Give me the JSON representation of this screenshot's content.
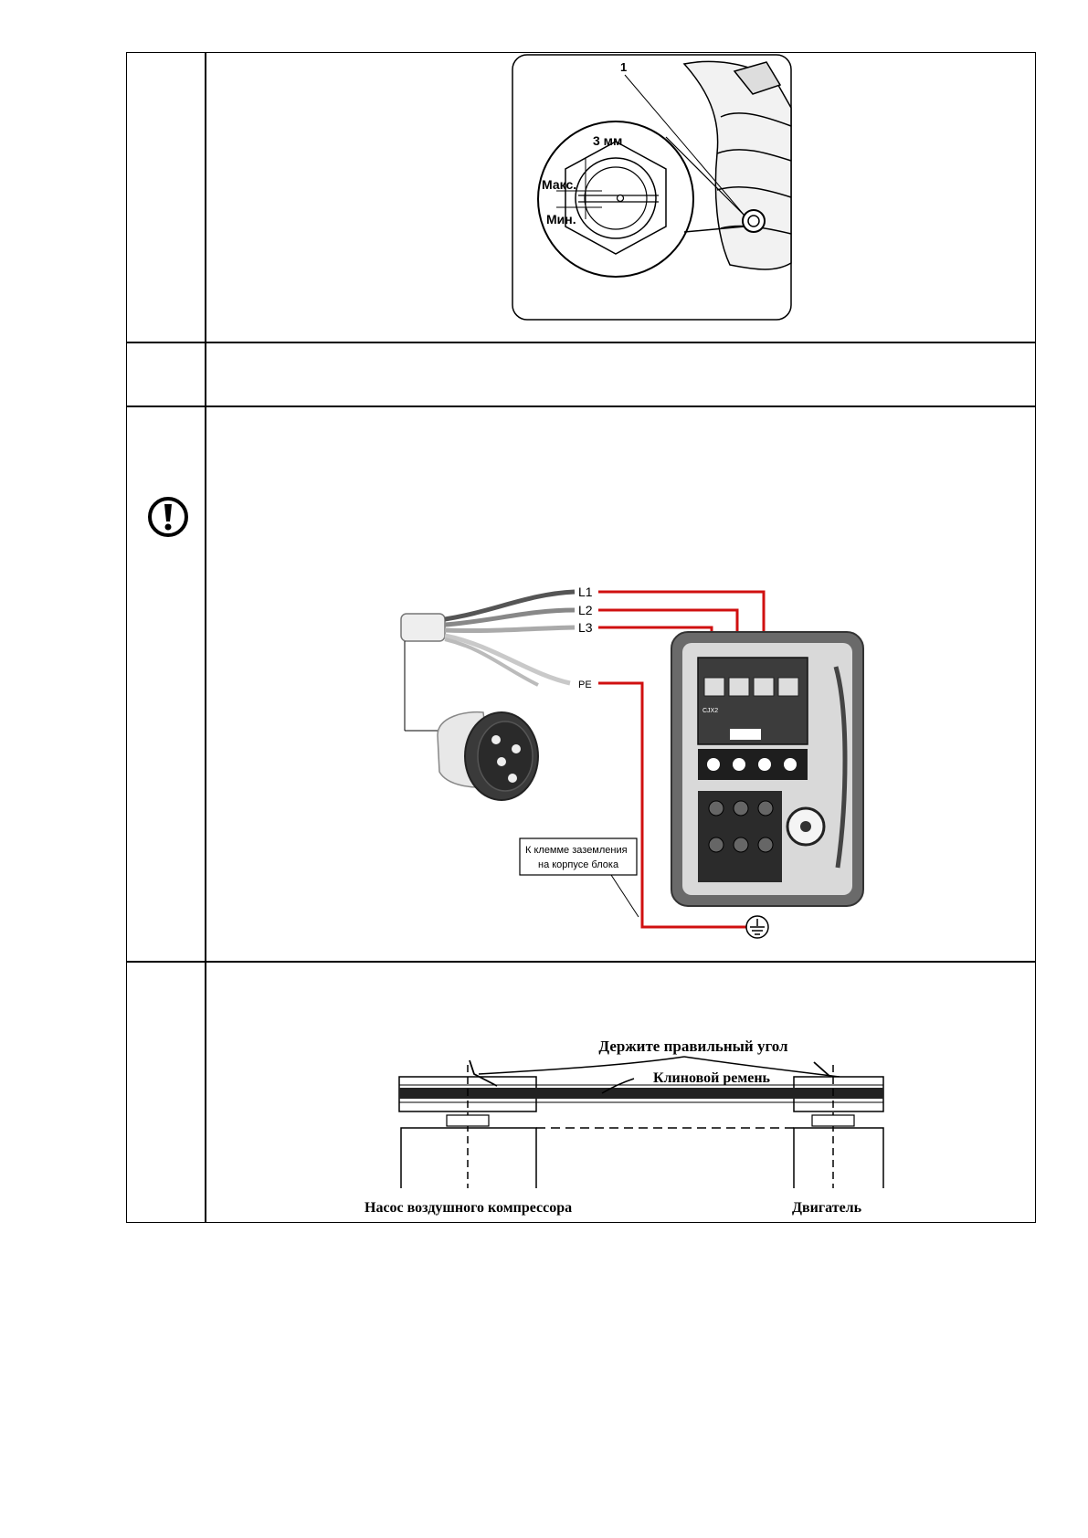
{
  "oil_level_figure": {
    "callout": "1",
    "gap": "3 мм",
    "max": "Макс.",
    "min": "Мин."
  },
  "wiring_figure": {
    "wire_labels": [
      "L1",
      "L2",
      "L3",
      "PE"
    ],
    "contactor_mark": "CJX2",
    "ground_note_line1": "К клемме заземления",
    "ground_note_line2": "на корпусе блока"
  },
  "belt_figure": {
    "angle_label": "Держите правильный угол",
    "belt_label": "Клиновой ремень",
    "pump_label": "Насос воздушного компрессора",
    "motor_label": "Двигатель"
  },
  "icons": {
    "warning": "exclamation-circle-icon",
    "ground": "ground-symbol-icon"
  },
  "colors": {
    "wire_red": "#d01010"
  }
}
